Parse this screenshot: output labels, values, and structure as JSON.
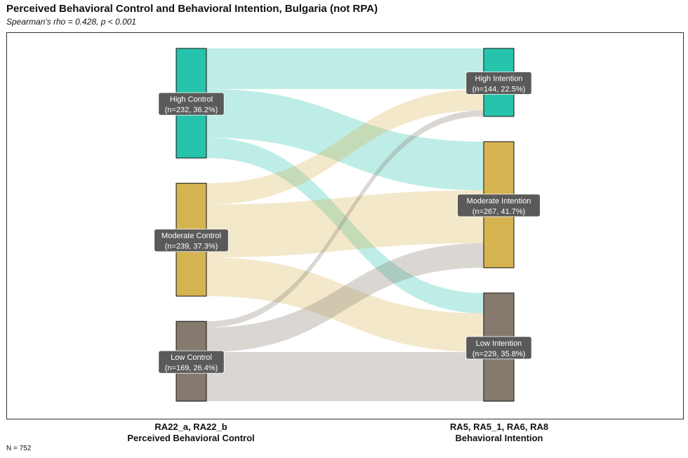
{
  "title": "Perceived Behavioral Control and Behavioral Intention, Bulgaria (not RPA)",
  "subtitle": "Spearman's rho = 0.428, p < 0.001",
  "caption": "N = 752",
  "chart_data": {
    "type": "sankey",
    "axes": [
      {
        "vars": "RA22_a, RA22_b",
        "name": "Perceived Behavioral Control"
      },
      {
        "vars": "RA5, RA5_1, RA6, RA8",
        "name": "Behavioral Intention"
      }
    ],
    "left_nodes": [
      {
        "id": "high",
        "line1": "High Control",
        "line2": "(n=232, 36.2%)",
        "count": 232,
        "color": "#26C4AC"
      },
      {
        "id": "moderate",
        "line1": "Moderate Control",
        "line2": "(n=239, 37.3%)",
        "count": 239,
        "color": "#D6B351"
      },
      {
        "id": "low",
        "line1": "Low Control",
        "line2": "(n=169, 26.4%)",
        "count": 169,
        "color": "#857A6D"
      }
    ],
    "right_nodes": [
      {
        "id": "high",
        "line1": "High Intention",
        "line2": "(n=144, 22.5%)",
        "count": 144,
        "color": "#26C4AC"
      },
      {
        "id": "moderate",
        "line1": "Moderate Intention",
        "line2": "(n=267, 41.7%)",
        "count": 267,
        "color": "#D6B351"
      },
      {
        "id": "low",
        "line1": "Low Intention",
        "line2": "(n=229, 35.8%)",
        "count": 229,
        "color": "#857A6D"
      }
    ],
    "flows": [
      {
        "from": "high",
        "to": "high",
        "value": 86
      },
      {
        "from": "high",
        "to": "moderate",
        "value": 103
      },
      {
        "from": "high",
        "to": "low",
        "value": 43
      },
      {
        "from": "moderate",
        "to": "high",
        "value": 45
      },
      {
        "from": "moderate",
        "to": "moderate",
        "value": 112
      },
      {
        "from": "moderate",
        "to": "low",
        "value": 82
      },
      {
        "from": "low",
        "to": "high",
        "value": 13
      },
      {
        "from": "low",
        "to": "moderate",
        "value": 52
      },
      {
        "from": "low",
        "to": "low",
        "value": 104
      }
    ]
  }
}
